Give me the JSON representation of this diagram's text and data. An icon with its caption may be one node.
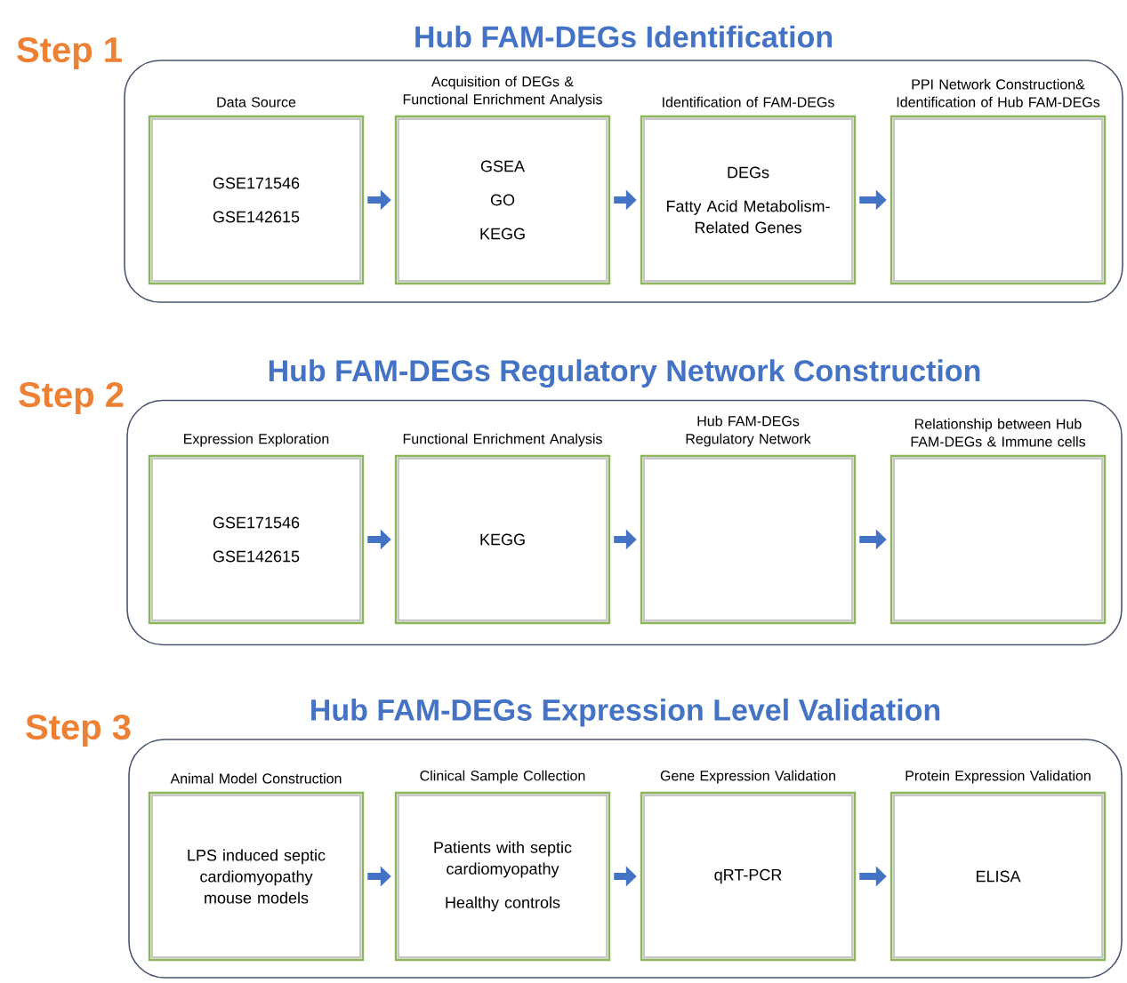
{
  "diagram": {
    "nodes": [
      {
        "text": [
          "Hub FAM-DEGs Identification"
        ],
        "beside": [
          "Step 1"
        ]
      },
      {
        "text": [
          "Data Source",
          "GSE171546",
          "GSE142615"
        ],
        "in": 0
      },
      {
        "text": [
          "Acquisition of DEGs & Functional Enrichment Analysis",
          "GSEA",
          "GO",
          "KEGG"
        ],
        "in": 0
      },
      {
        "text": [
          "Identification of FAM-DEGs",
          "DEGs",
          "Fatty Acid Metabolism-Related Genes"
        ],
        "in": 0
      },
      {
        "text": [
          "PPI Network Construction& Identification of Hub FAM-DEGs"
        ],
        "in": 0
      },
      {
        "text": [
          "Hub FAM-DEGs Regulatory Network Construction"
        ],
        "beside": [
          "Step 2"
        ]
      },
      {
        "text": [
          "Expression Exploration",
          "GSE171546",
          "GSE142615"
        ],
        "in": 5
      },
      {
        "text": [
          "Functional Enrichment Analysis",
          "KEGG"
        ],
        "in": 5
      },
      {
        "text": [
          "Hub FAM-DEGs Regulatory Network"
        ],
        "in": 5
      },
      {
        "text": [
          "Relationship between Hub FAM-DEGs & Immune cells"
        ],
        "in": 5
      },
      {
        "text": [
          "Hub FAM-DEGs Expression Level Validation"
        ],
        "beside": [
          "Step 3"
        ]
      },
      {
        "text": [
          "Animal Model Construction",
          "LPS induced septic cardiomyopathy mouse models"
        ],
        "in": 10
      },
      {
        "text": [
          "Clinical Sample Collection",
          "Patients with septic cardiomyopathy",
          "Healthy controls"
        ],
        "in": 10
      },
      {
        "text": [
          "Gene Expression Validation",
          "qRT-PCR"
        ],
        "in": 10
      },
      {
        "text": [
          "Protein Expression Validation",
          "ELISA"
        ],
        "in": 10
      }
    ],
    "edges": [
      {
        "from": 1,
        "to": 2,
        "arrow": "to"
      },
      {
        "from": 2,
        "to": 3,
        "arrow": "to"
      },
      {
        "from": 3,
        "to": 4,
        "arrow": "to"
      },
      {
        "from": 6,
        "to": 7,
        "arrow": "to"
      },
      {
        "from": 7,
        "to": 8,
        "arrow": "to"
      },
      {
        "from": 8,
        "to": 9,
        "arrow": "to"
      },
      {
        "from": 11,
        "to": 12,
        "arrow": "to"
      },
      {
        "from": 12,
        "to": 13,
        "arrow": "to"
      },
      {
        "from": 13,
        "to": 14,
        "arrow": "to"
      }
    ]
  }
}
